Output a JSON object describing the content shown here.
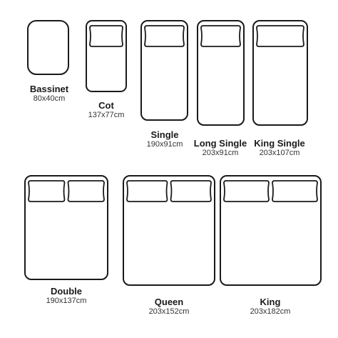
{
  "beds": [
    {
      "id": "bassinet",
      "name": "Bassinet",
      "size": "80x40cm",
      "pillows": 0
    },
    {
      "id": "cot",
      "name": "Cot",
      "size": "137x77cm",
      "pillows": 1
    },
    {
      "id": "single",
      "name": "Single",
      "size": "190x91cm",
      "pillows": 1
    },
    {
      "id": "long-single",
      "name": "Long Single",
      "size": "203x91cm",
      "pillows": 1
    },
    {
      "id": "king-single",
      "name": "King Single",
      "size": "203x107cm",
      "pillows": 1
    },
    {
      "id": "double",
      "name": "Double",
      "size": "190x137cm",
      "pillows": 2
    },
    {
      "id": "queen",
      "name": "Queen",
      "size": "203x152cm",
      "pillows": 2
    },
    {
      "id": "king",
      "name": "King",
      "size": "203x182cm",
      "pillows": 2
    }
  ],
  "colors": {
    "stroke": "#1a1a1a",
    "background": "#ffffff"
  }
}
